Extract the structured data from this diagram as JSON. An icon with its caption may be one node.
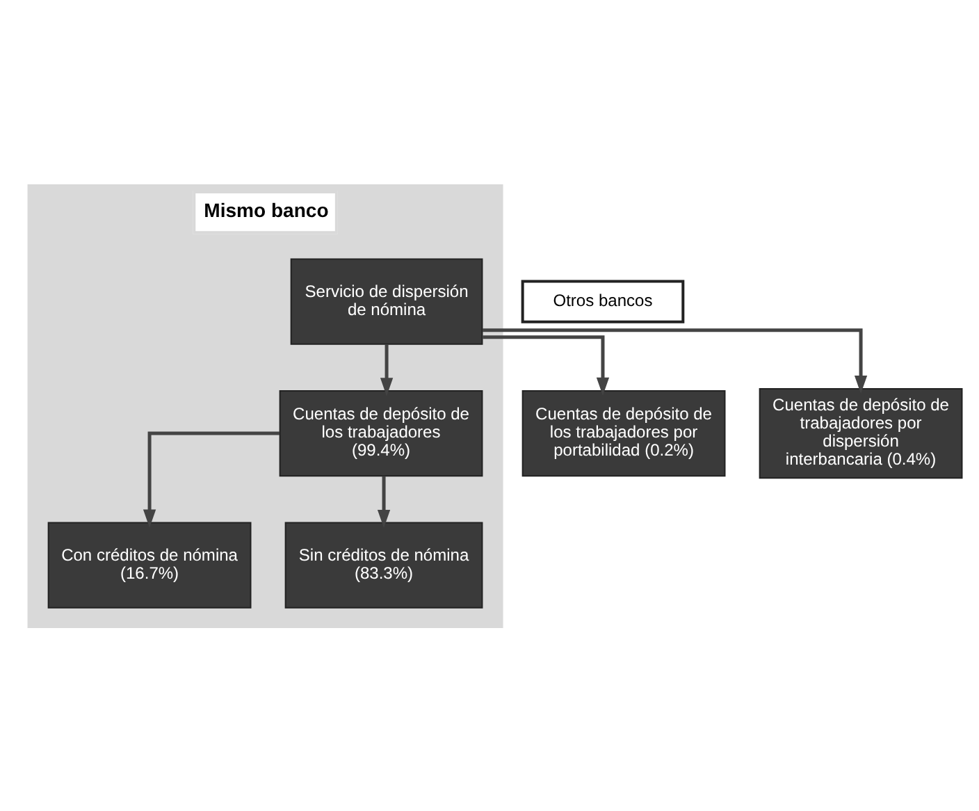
{
  "diagram": {
    "nodes": [
      {
        "text": [
          "Mismo banco"
        ]
      },
      {
        "text": [
          "Servicio de dispersión de nómina"
        ],
        "in": 0
      },
      {
        "text": [
          "Cuentas de depósito de los trabajadores (99.4%)"
        ],
        "in": 0
      },
      {
        "text": [
          "Con créditos de nómina (16.7%)"
        ],
        "in": 0
      },
      {
        "text": [
          "Sin créditos de nómina (83.3%)"
        ],
        "in": 0
      },
      {
        "text": [
          "Otros bancos"
        ]
      },
      {
        "text": [
          "Cuentas de depósito de los trabajadores por portabilidad (0.2%)"
        ]
      },
      {
        "text": [
          "Cuentas de depósito de trabajadores por dispersión interbancaria (0.4%)"
        ]
      }
    ],
    "edges": [
      {
        "from": 1,
        "to": 2,
        "arrow": "to"
      },
      {
        "from": 2,
        "to": 3,
        "arrow": "to"
      },
      {
        "from": 2,
        "to": 4,
        "arrow": "to"
      },
      {
        "from": 1,
        "to": 6,
        "arrow": "to"
      },
      {
        "from": 1,
        "to": 7,
        "arrow": "to"
      }
    ]
  }
}
